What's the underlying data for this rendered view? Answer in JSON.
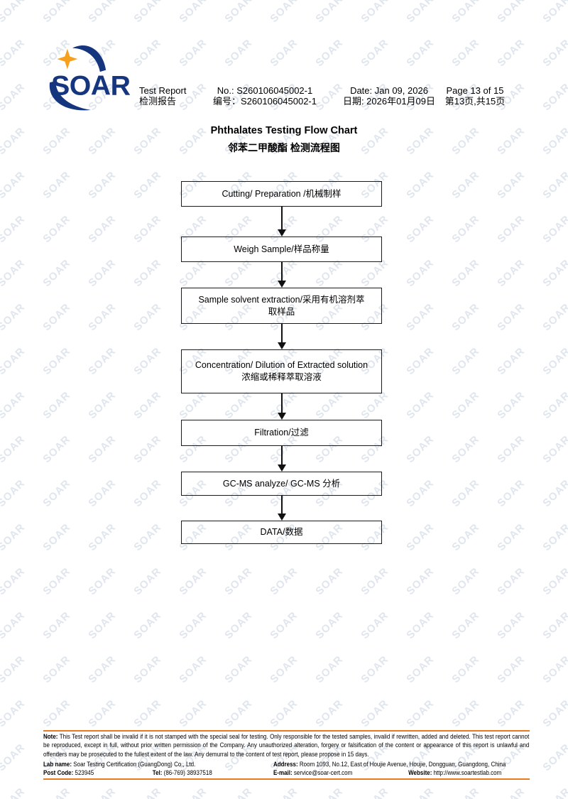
{
  "watermark": {
    "text": "SOAR",
    "color": "#e1e6ee"
  },
  "logo": {
    "text": "SOAR",
    "blue": "#15357E",
    "orange": "#F6A01E"
  },
  "header": {
    "report_en": "Test Report",
    "report_zh": "检测报告",
    "no_en": "No.: S260106045002-1",
    "no_zh": "编号：S260106045002-1",
    "date_en": "Date: Jan 09, 2026",
    "date_zh": "日期: 2026年01月09日",
    "page_en": "Page 13 of 15",
    "page_zh": "第13页,共15页"
  },
  "title": {
    "en": "Phthalates Testing Flow Chart",
    "zh": "邻苯二甲酸酯 检测流程图"
  },
  "flowchart": {
    "steps": [
      {
        "lines": [
          "Cutting/ Preparation /机械制样"
        ]
      },
      {
        "lines": [
          "Weigh Sample/样品称量"
        ]
      },
      {
        "lines": [
          "Sample solvent extraction/采用有机溶剂萃",
          "取样品"
        ]
      },
      {
        "lines": [
          "Concentration/ Dilution of Extracted solution",
          "浓缩或稀释萃取溶液"
        ]
      },
      {
        "lines": [
          "Filtration/过滤"
        ]
      },
      {
        "lines": [
          "GC-MS analyze/ GC-MS 分析"
        ]
      },
      {
        "lines": [
          "DATA/数据"
        ]
      }
    ]
  },
  "footer": {
    "accent_color": "#E87A1F",
    "note_label": "Note:",
    "note_text": "This Test report shall be invalid if it is not stamped with the special seal for testing. Only responsible for the tested samples, invalid if rewritten, added and deleted. This test report cannot be reproduced, except in full, without prior written permission of the Company.   Any unauthorized alteration, forgery or falsification of the content or appearance of this report is unlawful and offenders may be prosecuted to the fullest extent of the law. Any demurral to the content of test report, please propose in 15 days.",
    "lab_name_label": "Lab name:",
    "lab_name": "Soar Testing Certification (GuangDong) Co., Ltd.",
    "address_label": "Address:",
    "address": "Room 1093, No.12, East of Houjie Avenue, Houjie, Dongguan, Guangdong, China",
    "post_code_label": "Post Code:",
    "post_code": "523945",
    "tel_label": "Tel:",
    "tel": "(86-769) 38937518",
    "email_label": "E-mail:",
    "email": "service@soar-cert.com",
    "website_label": "Website:",
    "website": "http://www.soartestlab.com"
  }
}
